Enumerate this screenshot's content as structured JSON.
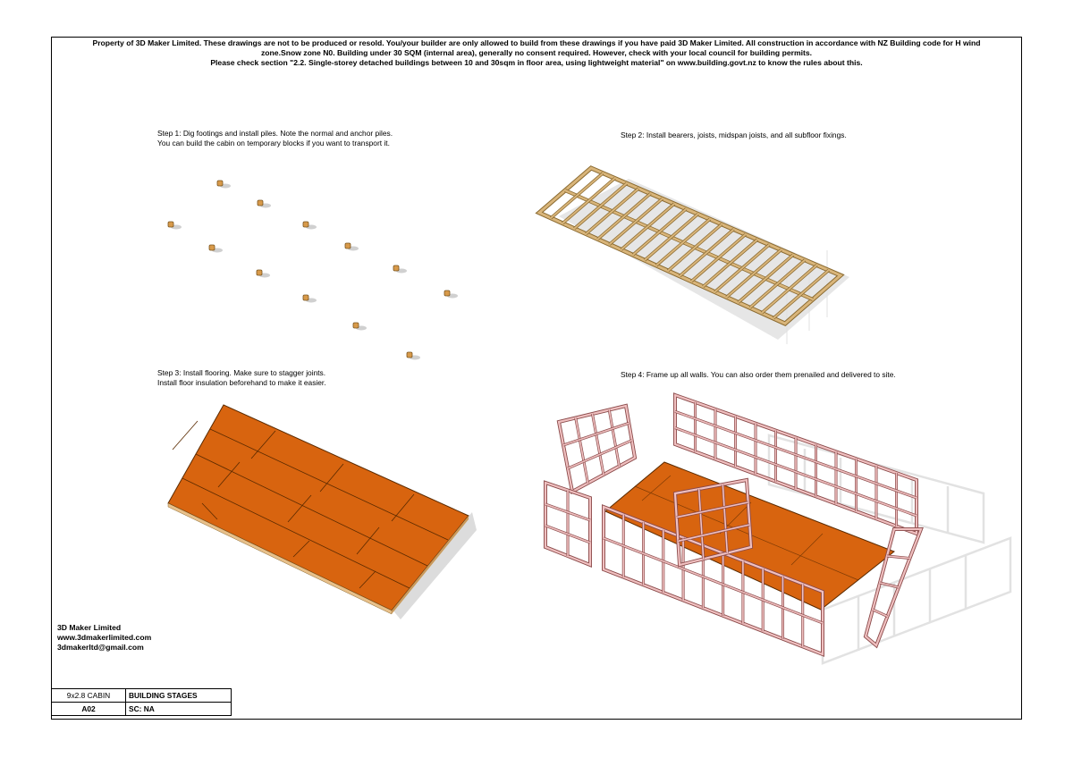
{
  "header": {
    "line1": "Property of 3D Maker Limited. These drawings are not to be produced or resold. You/your builder are only allowed to build from these drawings if you have paid 3D Maker Limited. All construction in accordance with NZ Building code for H wind",
    "line2": "zone.Snow zone N0. Building under 30 SQM (internal area), generally no consent required. However, check with your local council for building permits.",
    "line3": "Please check section \"2.2. Single-storey detached buildings between 10 and 30sqm in floor area, using lightweight material\" on www.building.govt.nz to know the rules about this."
  },
  "steps": [
    {
      "line1": "Step 1: Dig footings and install piles. Note the normal and anchor piles.",
      "line2": "You can build the cabin on temporary blocks if you want to transport it."
    },
    {
      "line1": "Step 2: Install bearers, joists, midspan joists, and all subfloor fixings.",
      "line2": ""
    },
    {
      "line1": "Step 3: Install flooring. Make sure to stagger joints.",
      "line2": "Install floor insulation beforehand to make it easier."
    },
    {
      "line1": "Step 4: Frame up all walls. You can also order them prenailed and delivered to site.",
      "line2": ""
    }
  ],
  "company": {
    "name": "3D Maker Limited",
    "website": "www.3dmakerlimited.com",
    "email": "3dmakerltd@gmail.com"
  },
  "title_block": {
    "project": "9x2.8 CABIN",
    "title": "BUILDING STAGES",
    "sheet": "A02",
    "scale": "SC: NA"
  },
  "colors": {
    "pile": "#d89a4a",
    "timber_frame": "#d4b27a",
    "flooring": "#d8640f",
    "wall_frame": "#e8b8b8"
  }
}
